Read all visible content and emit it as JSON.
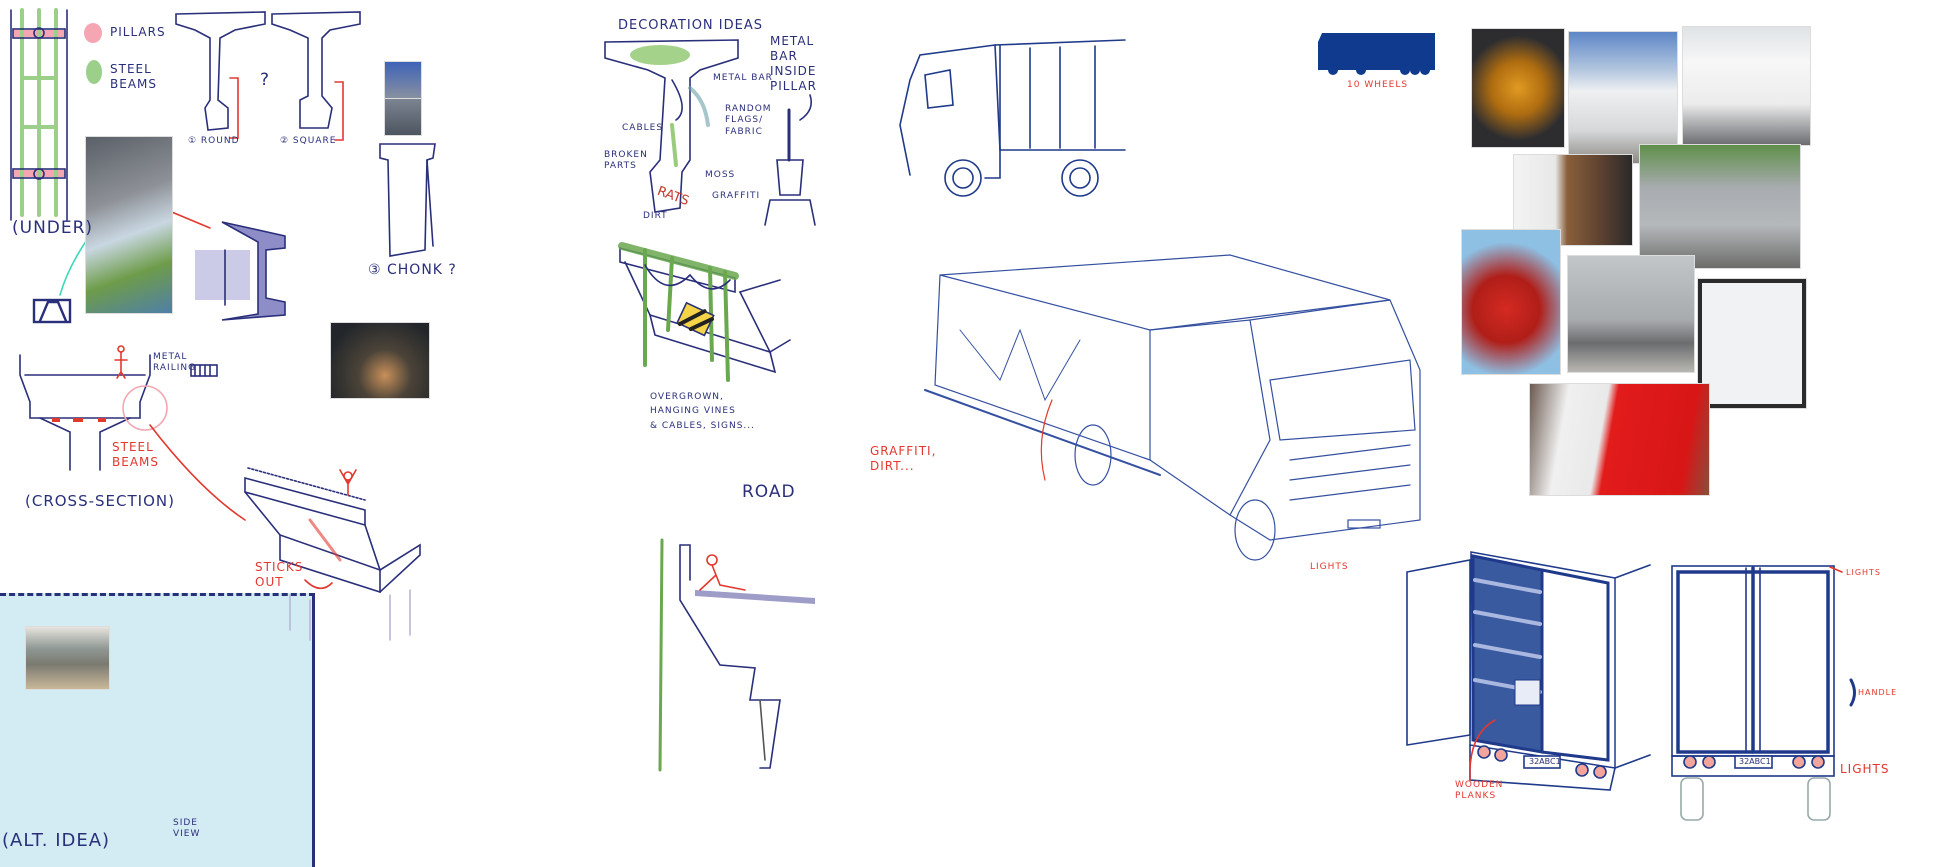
{
  "colors": {
    "ink": "#2a2f7a",
    "accent_red": "#e2382e",
    "moss_green": "#6aa84f",
    "pillar_pink": "#f4a7b3",
    "beam_green": "#9ccf8a",
    "alt_panel": "#d3ebf3"
  },
  "legend": {
    "pillars": "Pillars",
    "steel_beams": "Steel\nbeams"
  },
  "bridge": {
    "under_label": "(Under)",
    "option_round": "① Round",
    "option_square": "② Square",
    "question": "?",
    "option_chonk": "③ Chonk ?",
    "metal_railing": "Metal\nrailing",
    "steel_beams": "Steel\nbeams",
    "cross_section": "(Cross-section)",
    "sticks_out": "Sticks\nout"
  },
  "alt_idea": {
    "title": "(Alt. idea)",
    "side_view": "Side\nview"
  },
  "decoration": {
    "title": "Decoration ideas",
    "metal_bar": "Metal bar",
    "random_flags": "Random\nflags/\nfabric",
    "cables": "Cables",
    "broken_parts": "Broken\nparts",
    "moss": "Moss",
    "graffiti": "Graffiti",
    "dirt": "Dirt",
    "graffiti_tag": "RATS",
    "metal_bar_inside": "Metal\nbar\ninside\npillar",
    "overgrown": "Overgrown,\nhanging vines\n& cables, signs...",
    "road": "Road"
  },
  "truck": {
    "ten_wheels": "10 wheels",
    "graffiti_dirt": "Graffiti,\ndirt...",
    "lights_front": "Lights",
    "wooden_planks": "Wooden\nplanks",
    "plate_open": "32ABC1",
    "plate_rear": "32ABC1",
    "lights_top": "Lights",
    "handle": "Handle",
    "lights_bottom": "Lights"
  }
}
